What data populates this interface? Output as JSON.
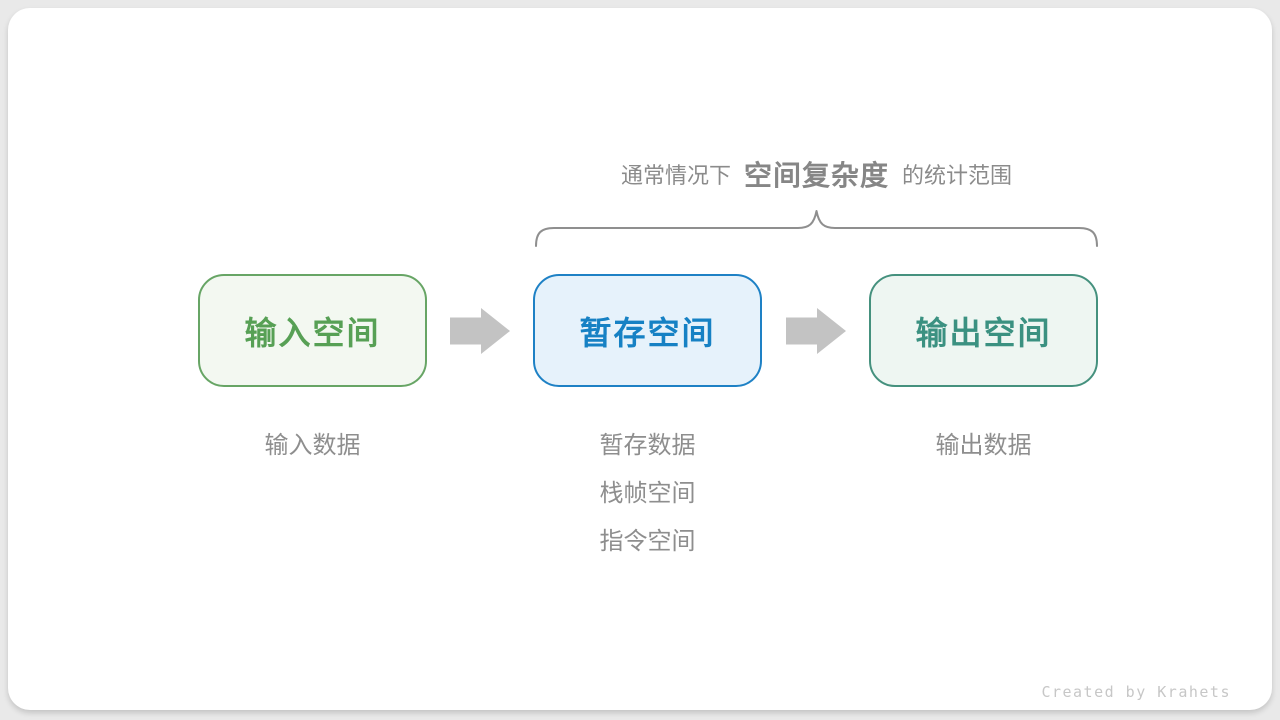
{
  "annotation": {
    "prefix": "通常情况下",
    "highlight": "空间复杂度",
    "suffix": "的统计范围"
  },
  "boxes": [
    {
      "label": "输入空间",
      "border_color": "#67a565",
      "bg_color": "#f3f8f1",
      "text_color": "#57a055",
      "notes": [
        "输入数据"
      ]
    },
    {
      "label": "暂存空间",
      "border_color": "#1e81c5",
      "bg_color": "#e6f2fb",
      "text_color": "#1681c4",
      "notes": [
        "暂存数据",
        "栈帧空间",
        "指令空间"
      ]
    },
    {
      "label": "输出空间",
      "border_color": "#45917e",
      "bg_color": "#eef6f2",
      "text_color": "#3b9181",
      "notes": [
        "输出数据"
      ]
    }
  ],
  "icons": {
    "arrow": "right-block-arrow",
    "brace": "upward-curly-brace"
  },
  "colors": {
    "arrow": "#c3c3c3",
    "brace": "#8f8f8f",
    "annotation_text": "#8b8b8b",
    "note_text": "#8e8e8e",
    "credit_text": "#c7c7c7",
    "card_bg": "#ffffff",
    "page_bg": "#e9e9e9"
  },
  "credit": "Created by Krahets"
}
